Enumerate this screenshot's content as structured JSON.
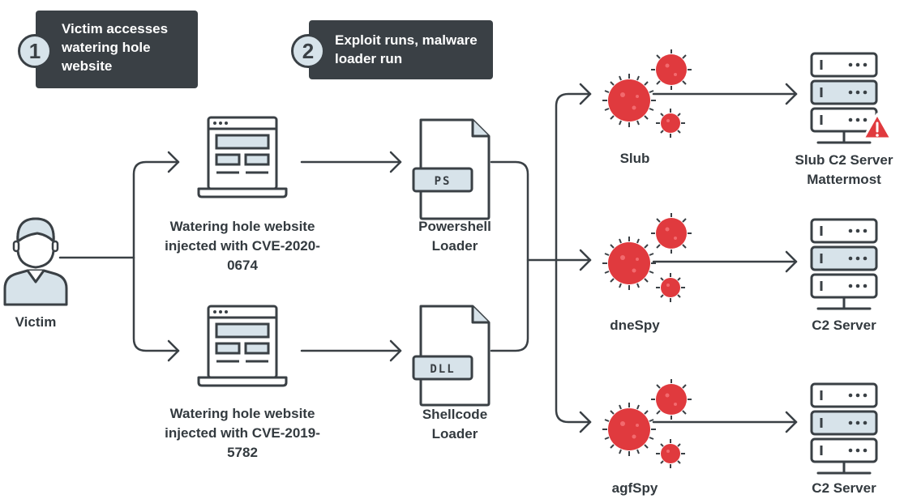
{
  "steps": [
    {
      "number": "1",
      "text": "Victim accesses watering hole website"
    },
    {
      "number": "2",
      "text": "Exploit runs, malware loader run"
    }
  ],
  "victim": {
    "label": "Victim"
  },
  "websites": [
    {
      "label": "Watering hole website injected with CVE-2020-0674"
    },
    {
      "label": "Watering hole website injected with CVE-2019-5782"
    }
  ],
  "loaders": [
    {
      "tag": "PS",
      "label": "Powershell Loader"
    },
    {
      "tag": "DLL",
      "label": "Shellcode Loader"
    }
  ],
  "malware": [
    {
      "label": "Slub"
    },
    {
      "label": "dneSpy"
    },
    {
      "label": "agfSpy"
    }
  ],
  "servers": [
    {
      "label": "Slub C2 Server Mattermost",
      "warning": true
    },
    {
      "label": "C2 Server",
      "warning": false
    },
    {
      "label": "C2 Server",
      "warning": false
    }
  ],
  "colors": {
    "outline": "#3a4045",
    "fill_light": "#d7e3ea",
    "virus_red": "#e03a3e",
    "warning_red": "#e03a3e"
  }
}
